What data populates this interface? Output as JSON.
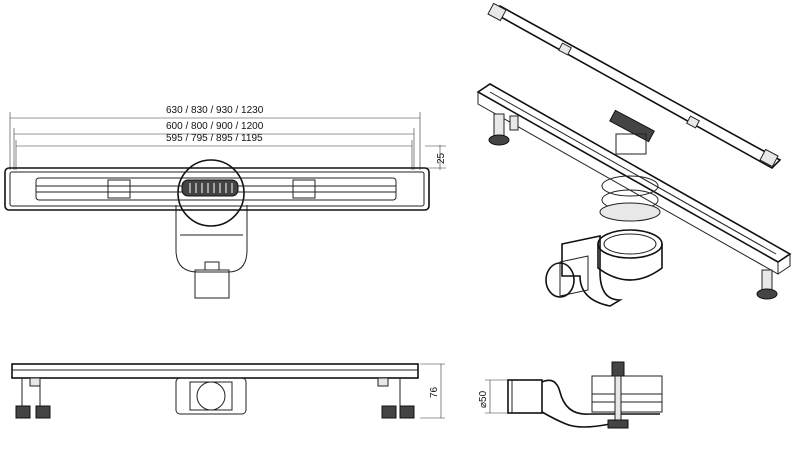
{
  "dimensions": {
    "overall_length": "630 / 830 / 930 / 1230",
    "channel_length": "600 / 800 / 900 / 1200",
    "grate_length": "595 / 795 / 895 / 1195",
    "channel_height": "25",
    "total_height": "76",
    "outlet_diameter": "⌀50"
  }
}
